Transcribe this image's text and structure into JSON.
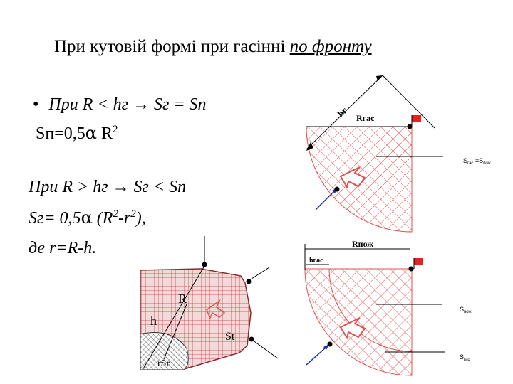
{
  "slide": {
    "title_plain": "При кутовій формі при гасінні ",
    "title_underlined": "по фронту",
    "bullet1_marker": "•",
    "bullet1_text": "При R < hг → Sг = Sп",
    "sp_formula_text": "Sп=0,5",
    "sp_formula_alpha": "α",
    "sp_formula_r": " R",
    "sp_formula_sup": "2",
    "cond2_text": "При R > hг → Sг < Sп",
    "sg_formula_prefix": "Sг= 0,5",
    "sg_formula_alpha": "α",
    "sg_formula_open": " (R",
    "sg_formula_sup1": "2",
    "sg_formula_mid": "-r",
    "sg_formula_sup2": "2",
    "sg_formula_close": "),",
    "def_text": "де r=R-h."
  },
  "diagram1": {
    "label_hg": "hг",
    "label_rx": "Rгас",
    "label_s": "S",
    "label_s_sub1": "гас",
    "label_eq": " =S",
    "label_s_sub2": "пож"
  },
  "diagram2": {
    "label_r": "R",
    "label_h": "h",
    "label_st": "St",
    "label_rsr": "rSr"
  },
  "diagram3": {
    "label_top": "Rпож",
    "label_hg": "hгас",
    "label_s1": "S",
    "label_s1_sub": "пож",
    "label_s2": "S",
    "label_s2_sub": "гас"
  },
  "colors": {
    "hatch": "#e05050",
    "flag": "#e82020",
    "arrow": "#1a2fa0",
    "brown": "#8b2a2a"
  }
}
